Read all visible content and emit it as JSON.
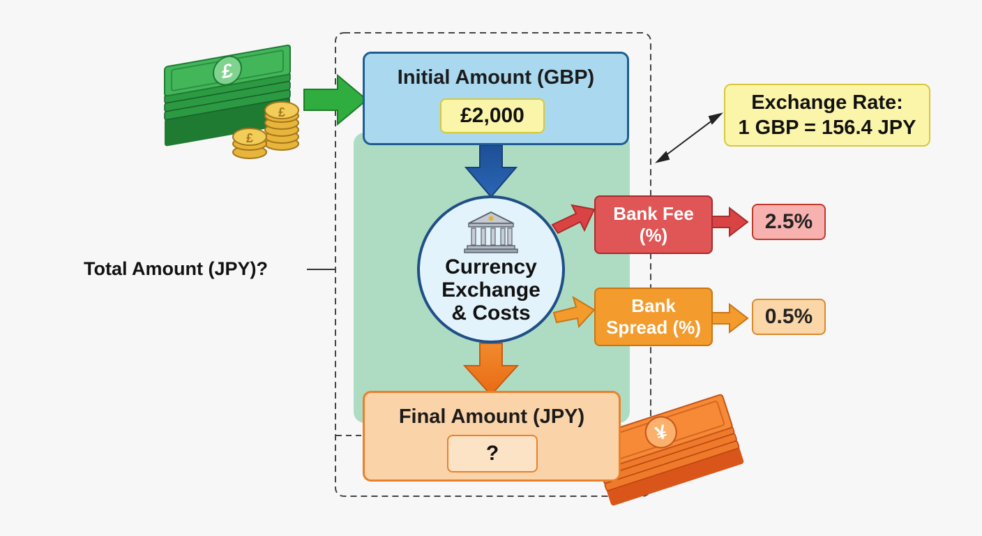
{
  "initial": {
    "title": "Initial Amount (GBP)",
    "value": "£2,000"
  },
  "exchange_rate": {
    "line1": "Exchange Rate:",
    "line2": "1 GBP = 156.4 JPY"
  },
  "center": {
    "line1": "Currency",
    "line2": "Exchange",
    "line3": "& Costs"
  },
  "bank_fee": {
    "line1": "Bank Fee",
    "line2": "(%)",
    "value": "2.5%"
  },
  "bank_spread": {
    "line1": "Bank",
    "line2": "Spread (%)",
    "value": "0.5%"
  },
  "final": {
    "title": "Final Amount (JPY)",
    "value": "?"
  },
  "total_label": "Total Amount (JPY)?",
  "colors": {
    "initial_fill": "#a9d8ef",
    "initial_border": "#1f5c91",
    "panel": "#aedcc3",
    "fee_fill": "#e05555",
    "fee_value": "#f7b2b0",
    "spread_fill": "#f39b2c",
    "spread_value": "#fad6a8",
    "final_fill": "#fbd3a8",
    "final_border": "#e9802c",
    "rate_fill": "#fbf5a9",
    "rate_border": "#d6c83a"
  },
  "icons": [
    "gbp-money-stack-icon",
    "pound-coins-icon",
    "bank-building-icon",
    "yen-money-stack-icon"
  ]
}
